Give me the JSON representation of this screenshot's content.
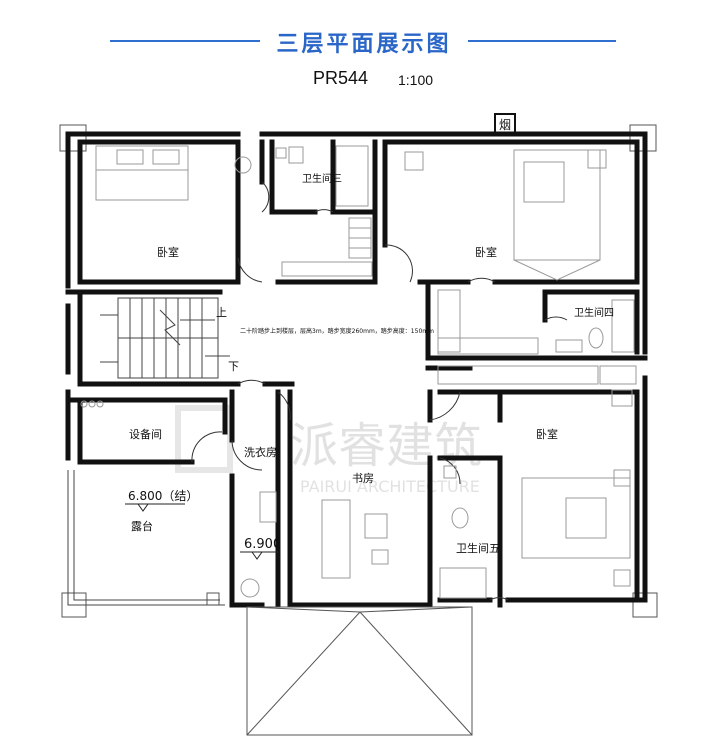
{
  "header": {
    "title": "三层平面展示图",
    "plan_code": "PR544",
    "scale": "1:100"
  },
  "rooms": {
    "bedroom_nw": "卧室",
    "bedroom_ne": "卧室",
    "bedroom_se": "卧室",
    "bath3": "卫生间三",
    "bath4": "卫生间四",
    "bath5": "卫生间五",
    "equipment": "设备间",
    "laundry": "洗衣房",
    "study": "书房",
    "terrace": "露台"
  },
  "labels": {
    "chimney": "烟",
    "stair_up": "上",
    "stair_down": "下",
    "stair_note": "二十阶踏步上到楼层，层高3m，踏步宽度260mm，踏步高度：150mm",
    "elev_terrace": "6.800（结）",
    "elev_laundry": "6.900"
  },
  "watermark": {
    "cn": "派睿建筑",
    "en": "PAIRUI ARCHITECTURE"
  },
  "colors": {
    "title": "#2a66c8",
    "rule": "#2f6fd0",
    "wall": "#111111",
    "furniture": "#9a9a9a"
  }
}
